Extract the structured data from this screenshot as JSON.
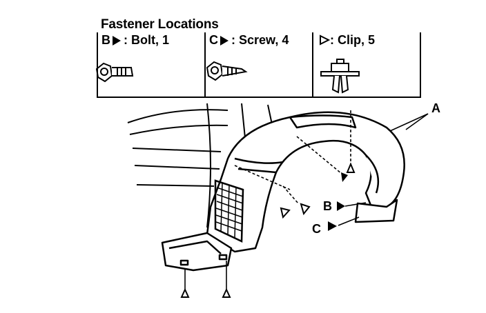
{
  "title": "Fastener Locations",
  "legend": [
    {
      "prefix": "B",
      "label": ": Bolt, 1"
    },
    {
      "prefix": "C",
      "label": ": Screw, 4"
    },
    {
      "prefix": "",
      "label": ": Clip, 5"
    }
  ],
  "callouts": {
    "a": "A",
    "b": "B",
    "c": "C"
  },
  "icons": [
    "bolt-icon",
    "screw-icon",
    "clip-icon",
    "open-triangle-marker",
    "solid-triangle-marker"
  ]
}
